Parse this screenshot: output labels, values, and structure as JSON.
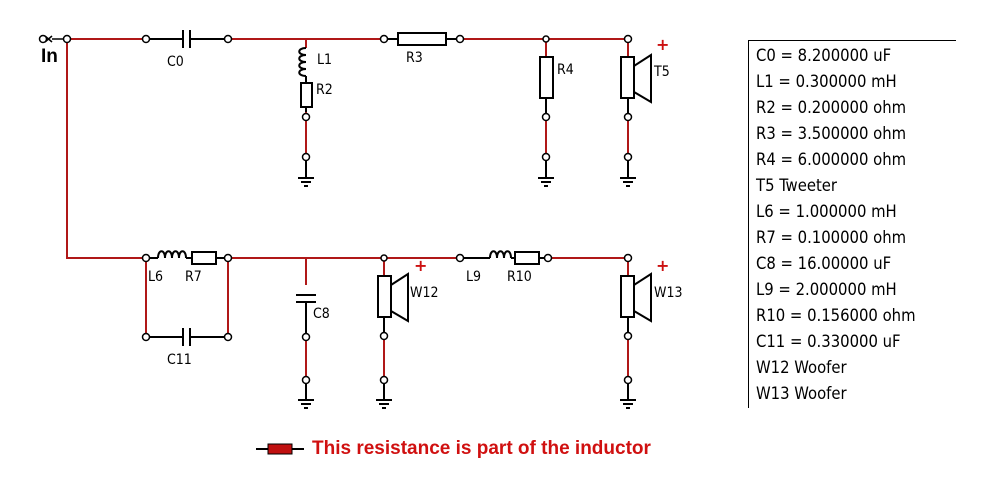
{
  "input_label": "In",
  "components": {
    "C0": "C0",
    "L1": "L1",
    "R2": "R2",
    "R3": "R3",
    "R4": "R4",
    "T5": "T5",
    "L6": "L6",
    "R7": "R7",
    "C8": "C8",
    "L9": "L9",
    "R10": "R10",
    "C11": "C11",
    "W12": "W12",
    "W13": "W13"
  },
  "polarity": "+",
  "values_list": [
    "C0 = 8.200000 uF",
    "L1 = 0.300000 mH",
    "R2 = 0.200000 ohm",
    "R3 = 3.500000 ohm",
    "R4 = 6.000000 ohm",
    "T5 Tweeter",
    "L6 = 1.000000 mH",
    "R7 = 0.100000 ohm",
    "C8 = 16.00000 uF",
    "L9 = 2.000000 mH",
    "R10 = 0.156000 ohm",
    "C11 = 0.330000 uF",
    "W12 Woofer",
    "W13 Woofer"
  ],
  "legend": {
    "text": "This resistance is part of the inductor",
    "swatch_color": "#c01010"
  },
  "colors": {
    "wire": "#b01818",
    "accent": "#d01010"
  }
}
